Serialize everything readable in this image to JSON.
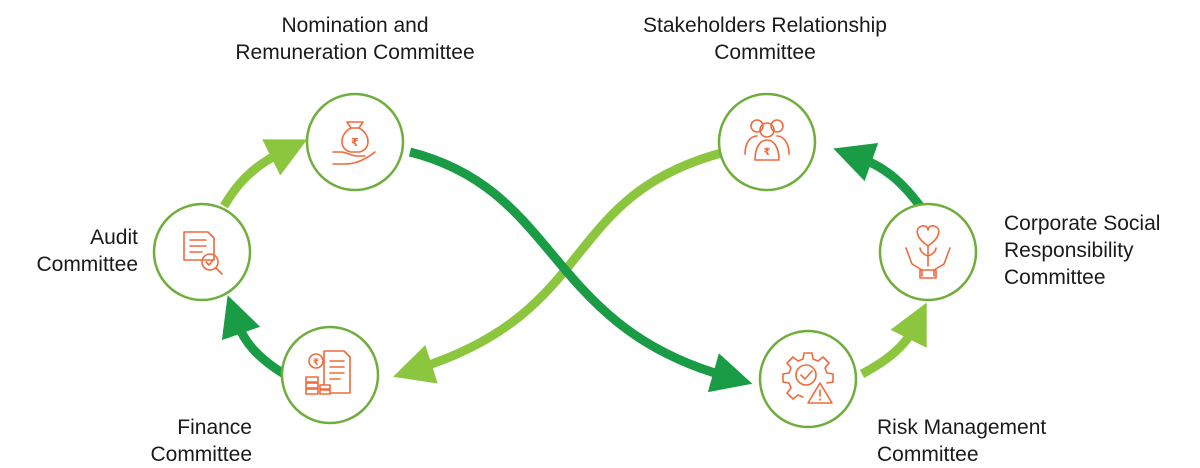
{
  "colors": {
    "dark_green": "#1a9b46",
    "light_green": "#8cc63f",
    "ring": "#6fae3b",
    "icon": "#ef6a3c"
  },
  "committees": {
    "nomination": {
      "line1": "Nomination and",
      "line2": "Remuneration Committee",
      "icon": "money-bag-hand-icon"
    },
    "stakeholders": {
      "line1": "Stakeholders Relationship",
      "line2": "Committee",
      "icon": "stakeholders-group-icon"
    },
    "audit": {
      "line1": "Audit",
      "line2": "Committee",
      "icon": "document-magnifier-icon"
    },
    "csr": {
      "line1": "Corporate Social",
      "line2": "Responsibility",
      "line3": "Committee",
      "icon": "heart-plant-hands-icon"
    },
    "finance": {
      "line1": "Finance",
      "line2": "Committee",
      "icon": "finance-document-coins-icon"
    },
    "risk": {
      "line1": "Risk Management",
      "line2": "Committee",
      "icon": "gear-warning-icon"
    }
  }
}
